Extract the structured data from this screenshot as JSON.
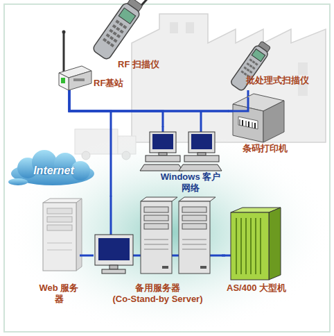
{
  "diagram": {
    "nodes": [
      {
        "text": [
          "RF 扫描仪"
        ]
      },
      {
        "text": [
          "RF基站"
        ]
      },
      {
        "text": [
          "批处理式扫描仪"
        ]
      },
      {
        "text": [
          "条码打印机"
        ]
      },
      {
        "text": [
          "Windows 客户 网络"
        ]
      },
      {
        "text": [
          "Internet"
        ]
      },
      {
        "text": [
          "Web 服务器"
        ]
      },
      {
        "text": [
          "备用服务器",
          "(Co-Stand-by Server)"
        ]
      },
      {
        "text": [
          "AS/400 大型机"
        ]
      }
    ],
    "edges": [
      {
        "from": 1,
        "to": 2,
        "arrow": "none"
      },
      {
        "from": 1,
        "to": 3,
        "arrow": "none"
      },
      {
        "from": 1,
        "to": 4,
        "arrow": "none"
      },
      {
        "from": 1,
        "to": 7,
        "arrow": "none"
      },
      {
        "from": 7,
        "to": 6,
        "arrow": "none"
      },
      {
        "from": 7,
        "to": 8,
        "arrow": "none"
      }
    ]
  }
}
